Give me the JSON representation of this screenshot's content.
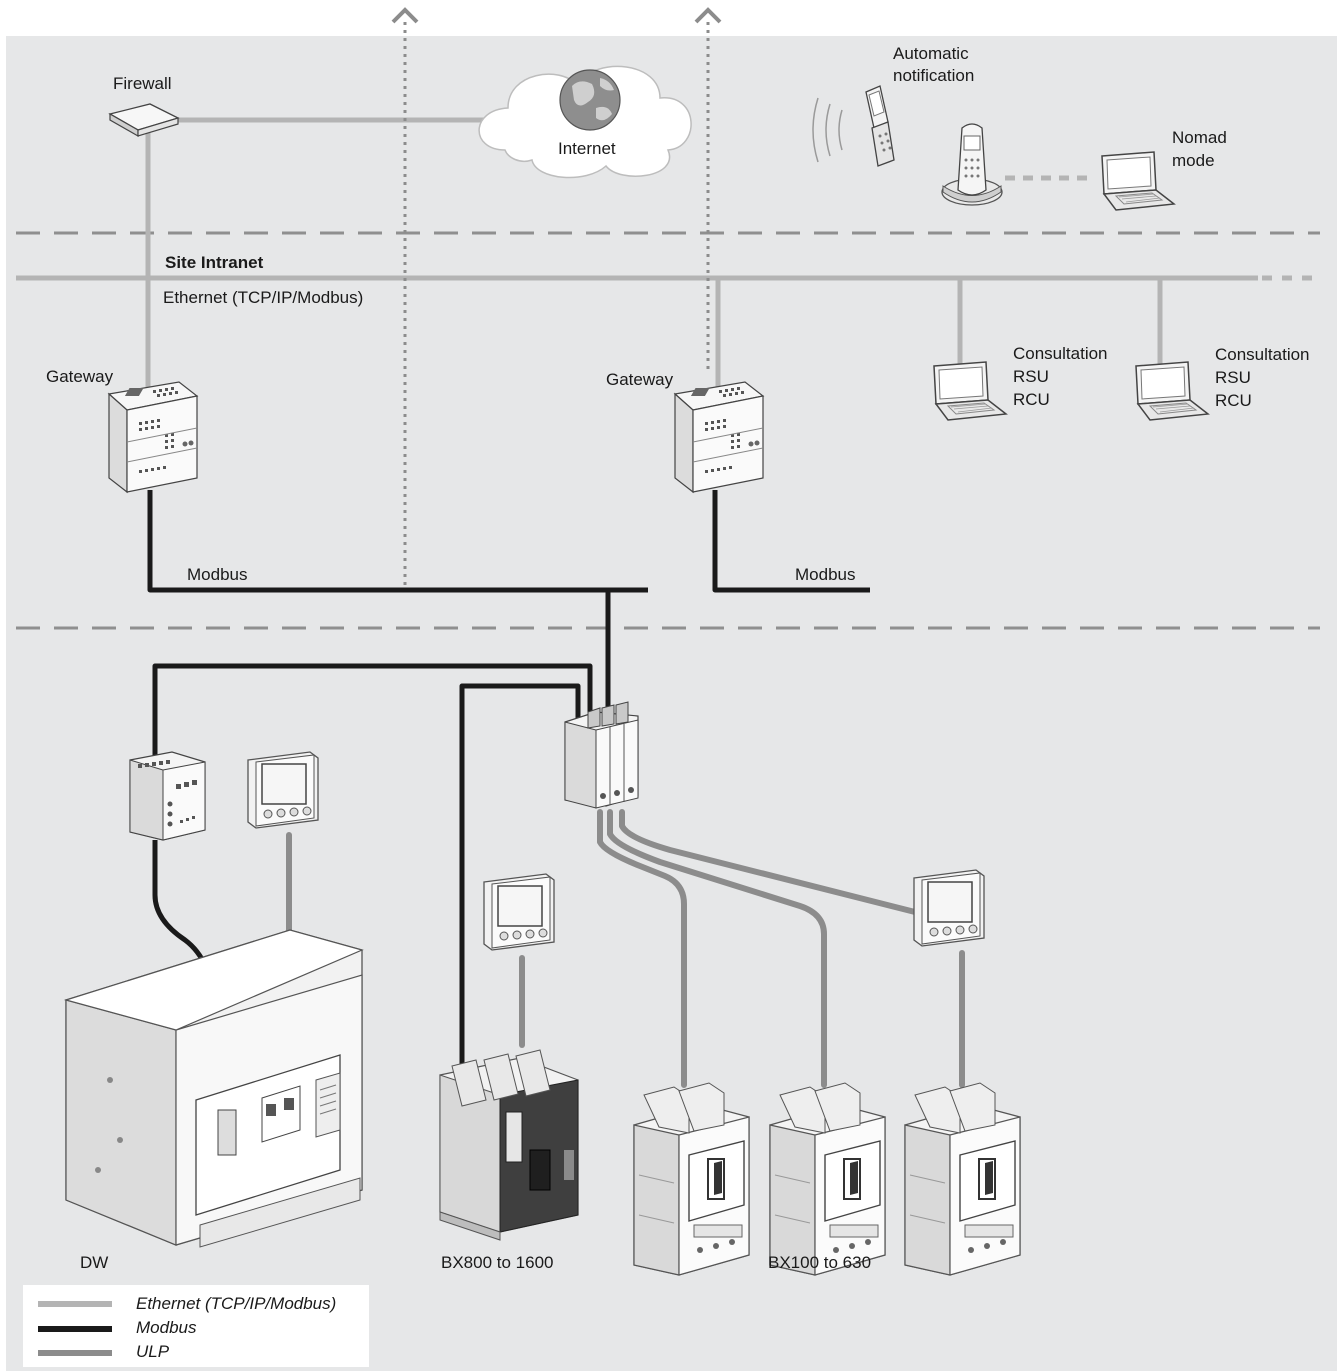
{
  "labels": {
    "firewall": "Firewall",
    "internet": "Internet",
    "automatic_notification_line1": "Automatic",
    "automatic_notification_line2": "notification",
    "nomad_mode_line1": "Nomad",
    "nomad_mode_line2": "mode",
    "site_intranet": "Site Intranet",
    "ethernet_bus": "Ethernet (TCP/IP/Modbus)",
    "gateway_left": "Gateway",
    "gateway_right": "Gateway",
    "consultation_1": [
      "Consultation",
      "RSU",
      "RCU"
    ],
    "consultation_2": [
      "Consultation",
      "RSU",
      "RCU"
    ],
    "modbus_left": "Modbus",
    "modbus_right": "Modbus",
    "device_dw": "DW",
    "device_bx800": "BX800 to 1600",
    "device_bx100": "BX100 to 630"
  },
  "legend": [
    {
      "label": "Ethernet (TCP/IP/Modbus)",
      "color": "#b4b4b4"
    },
    {
      "label": "Modbus",
      "color": "#1a1a1a"
    },
    {
      "label": "ULP",
      "color": "#8c8c8c"
    }
  ],
  "colors": {
    "background": "#e6e7e8",
    "ethernet": "#b4b4b4",
    "modbus": "#1a1a1a",
    "ulp": "#8c8c8c",
    "dashed_zone": "#8f8f8f",
    "internet_link": "#8c8c8c"
  },
  "icons": [
    "firewall-icon",
    "globe-icon",
    "mobile-phone-icon",
    "cordless-phone-icon",
    "laptop-icon",
    "gateway-icon",
    "interface-module-icon",
    "display-panel-icon",
    "circuit-breaker-icon"
  ]
}
